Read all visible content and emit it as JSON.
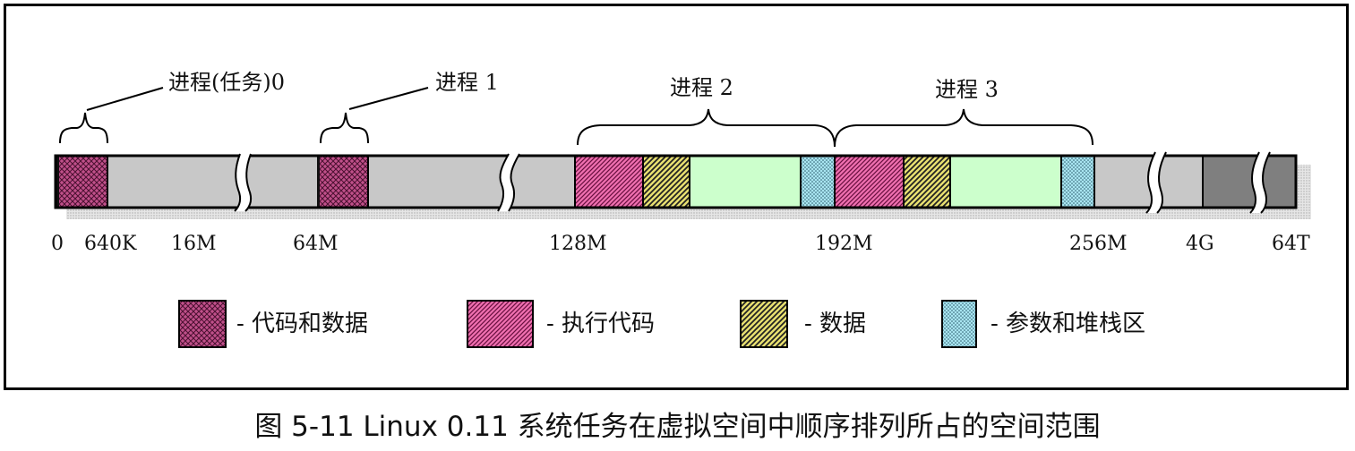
{
  "labels": {
    "p0": "进程(任务)0",
    "p1": "进程 1",
    "p2": "进程 2",
    "p3": "进程 3"
  },
  "ticks": [
    "0",
    "640K",
    "16M",
    "64M",
    "128M",
    "192M",
    "256M",
    "4G",
    "64T"
  ],
  "legend": [
    {
      "key": "code-data",
      "text": "- 代码和数据"
    },
    {
      "key": "exec-code",
      "text": "- 执行代码"
    },
    {
      "key": "data",
      "text": "- 数据"
    },
    {
      "key": "args-stack",
      "text": "- 参数和堆栈区"
    }
  ],
  "caption": "图 5-11 Linux 0.11 系统任务在虚拟空间中顺序排列所占的空间范围",
  "colors": {
    "gray": "#c8c8c8",
    "dark_gray": "#7f7f7f",
    "code_data": "#c0508a",
    "exec_code": "#e868a8",
    "data": "#e8e070",
    "green": "#ccffcc",
    "args_stack": "#99ddee"
  }
}
